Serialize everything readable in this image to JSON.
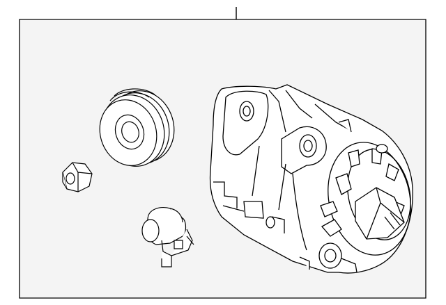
{
  "diagram": {
    "background": "#ffffff",
    "panel_fill": "#f4f4f4",
    "line_color": "#000000",
    "parts": [
      {
        "name": "alternator-assembly"
      },
      {
        "name": "pulley"
      },
      {
        "name": "nut"
      },
      {
        "name": "connector-clip"
      }
    ]
  }
}
